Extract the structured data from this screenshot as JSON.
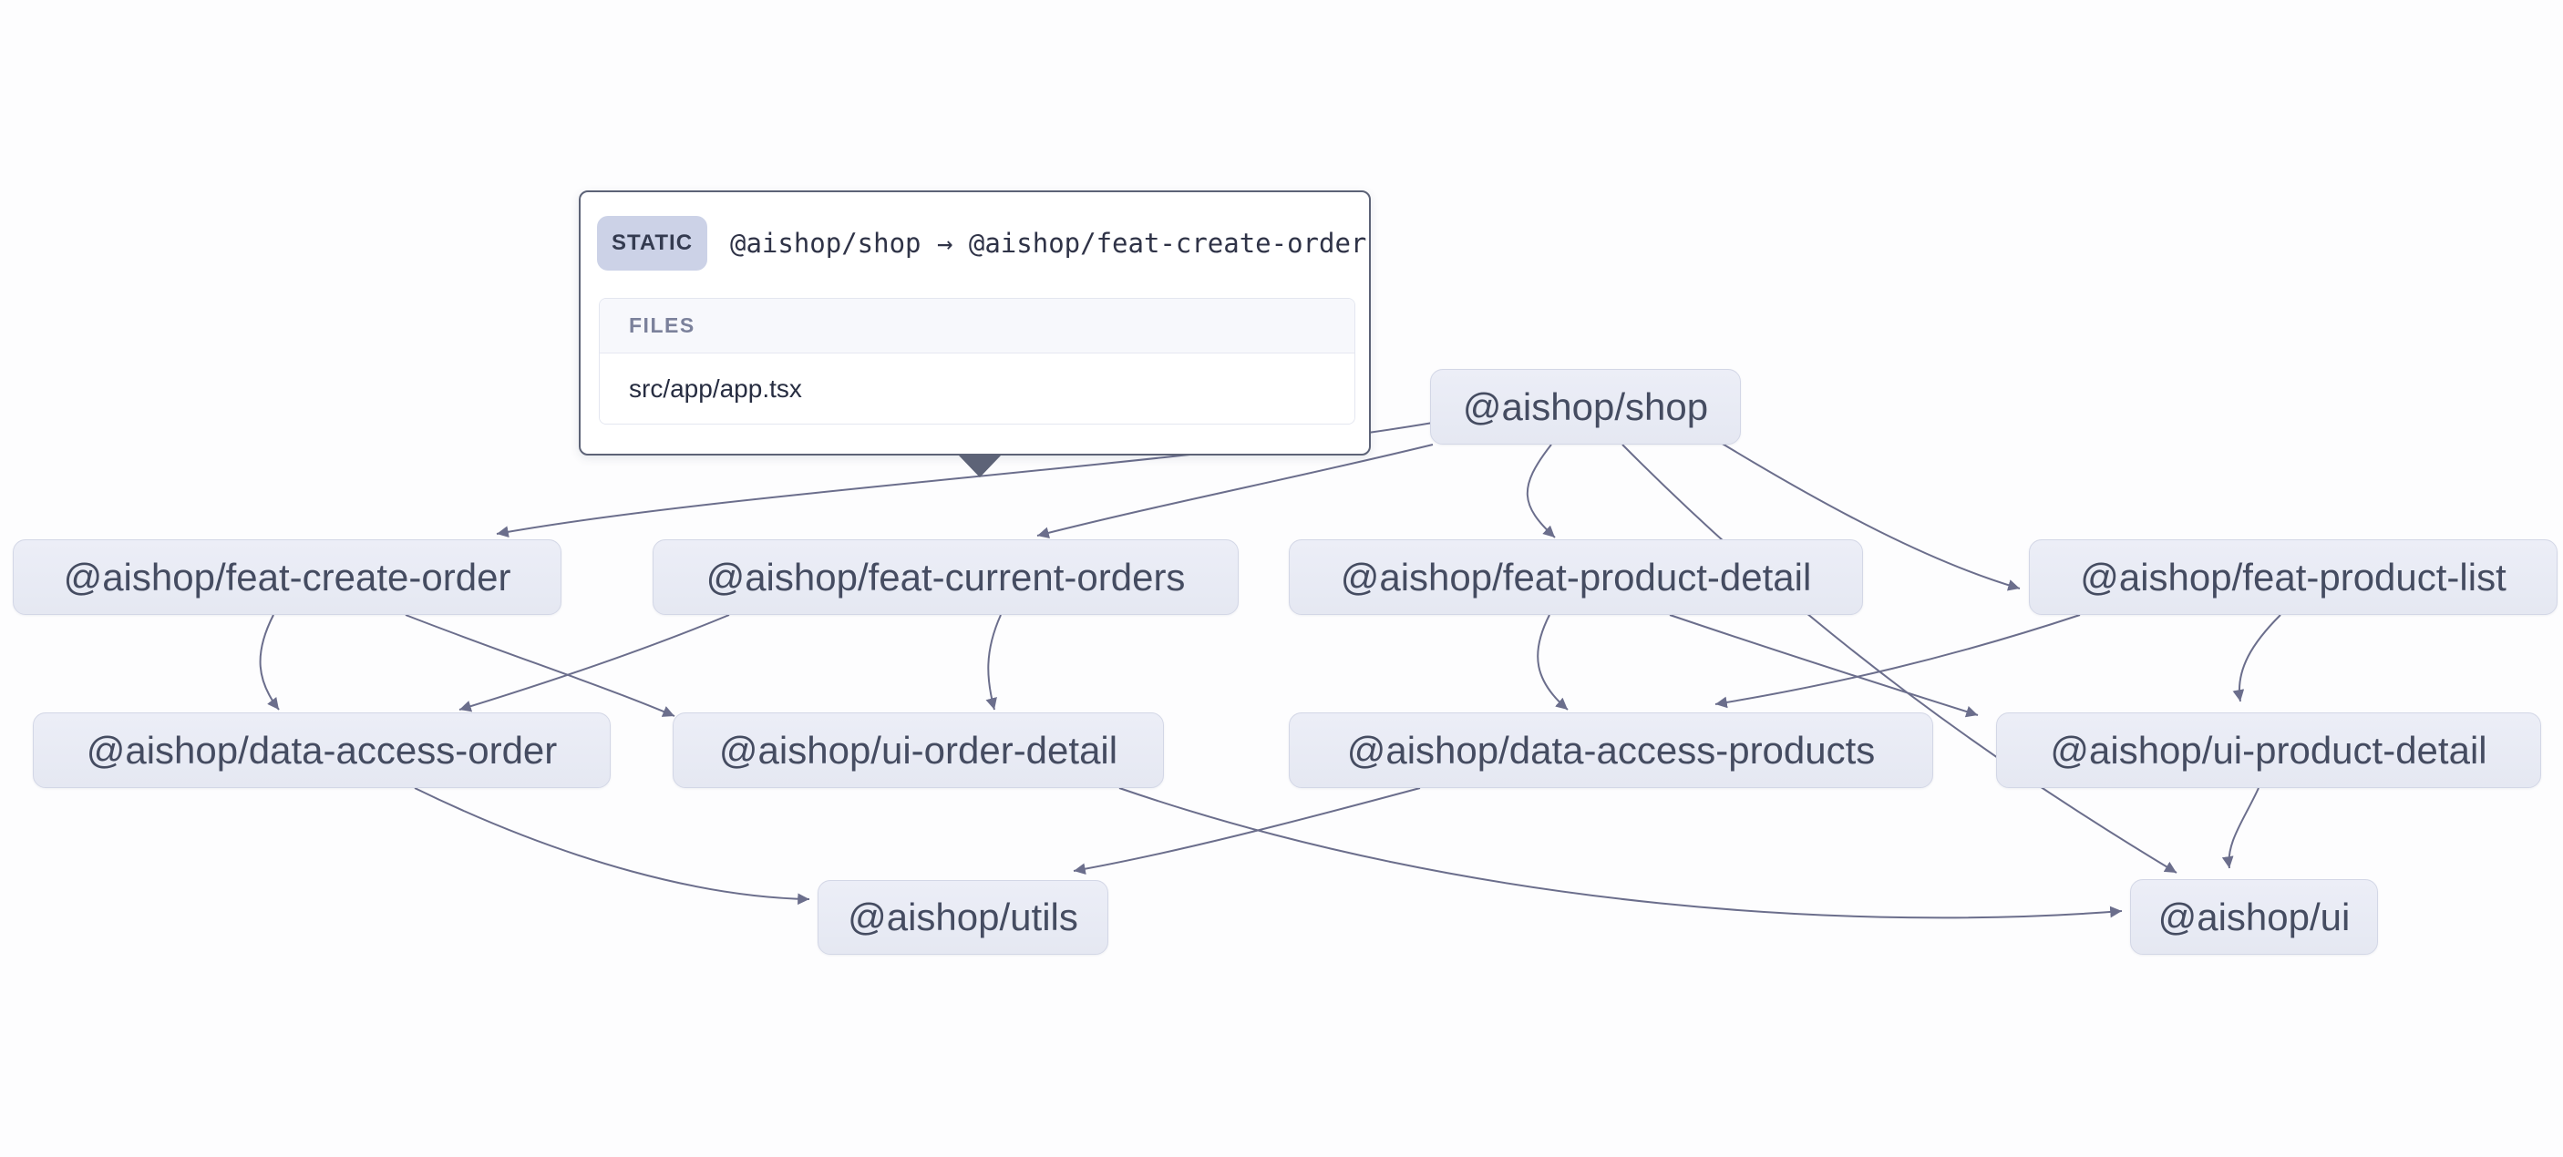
{
  "graph": {
    "nodes": [
      {
        "id": "shop",
        "label": "@aishop/shop"
      },
      {
        "id": "feat-create-order",
        "label": "@aishop/feat-create-order"
      },
      {
        "id": "feat-current-orders",
        "label": "@aishop/feat-current-orders"
      },
      {
        "id": "feat-product-detail",
        "label": "@aishop/feat-product-detail"
      },
      {
        "id": "feat-product-list",
        "label": "@aishop/feat-product-list"
      },
      {
        "id": "data-access-order",
        "label": "@aishop/data-access-order"
      },
      {
        "id": "ui-order-detail",
        "label": "@aishop/ui-order-detail"
      },
      {
        "id": "data-access-products",
        "label": "@aishop/data-access-products"
      },
      {
        "id": "ui-product-detail",
        "label": "@aishop/ui-product-detail"
      },
      {
        "id": "utils",
        "label": "@aishop/utils"
      },
      {
        "id": "ui",
        "label": "@aishop/ui"
      }
    ],
    "edges": [
      {
        "source": "shop",
        "target": "feat-create-order"
      },
      {
        "source": "shop",
        "target": "feat-current-orders"
      },
      {
        "source": "shop",
        "target": "feat-product-detail"
      },
      {
        "source": "shop",
        "target": "feat-product-list"
      },
      {
        "source": "shop",
        "target": "ui"
      },
      {
        "source": "feat-create-order",
        "target": "data-access-order"
      },
      {
        "source": "feat-create-order",
        "target": "ui-order-detail"
      },
      {
        "source": "feat-current-orders",
        "target": "data-access-order"
      },
      {
        "source": "feat-current-orders",
        "target": "ui-order-detail"
      },
      {
        "source": "feat-product-detail",
        "target": "data-access-products"
      },
      {
        "source": "feat-product-detail",
        "target": "ui-product-detail"
      },
      {
        "source": "feat-product-list",
        "target": "data-access-products"
      },
      {
        "source": "feat-product-list",
        "target": "ui-product-detail"
      },
      {
        "source": "data-access-order",
        "target": "utils"
      },
      {
        "source": "data-access-products",
        "target": "utils"
      },
      {
        "source": "ui-order-detail",
        "target": "ui"
      },
      {
        "source": "ui-product-detail",
        "target": "ui"
      }
    ]
  },
  "tooltip": {
    "badge": "STATIC",
    "edge_label": "@aishop/shop → @aishop/feat-create-order",
    "files_header": "FILES",
    "files": [
      "src/app/app.tsx"
    ]
  },
  "colors": {
    "node_fill": "#e7e9f3",
    "node_text": "#454c61",
    "edge_stroke": "#6b6e8c",
    "tooltip_border": "#5d6377",
    "badge_bg": "#ccd2e7",
    "background": "#fdfdfe"
  }
}
